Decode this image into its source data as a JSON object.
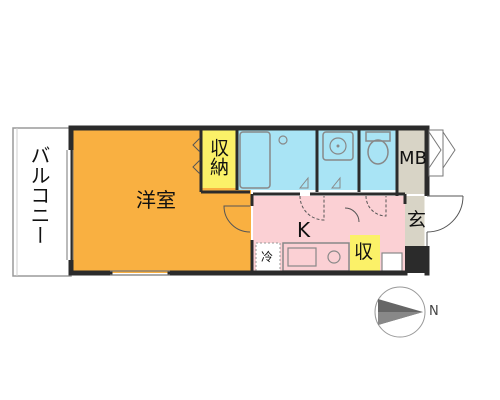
{
  "rooms": {
    "balcony": {
      "label": "バルコニー",
      "color": "#ffffff"
    },
    "western_room": {
      "label": "洋室",
      "color": "#f9b041"
    },
    "storage_main": {
      "label": "収納",
      "color": "#fbf168"
    },
    "bath": {
      "label": "",
      "color": "#a9e4f5"
    },
    "washroom": {
      "label": "",
      "color": "#a9e4f5"
    },
    "toilet": {
      "label": "",
      "color": "#a9e4f5"
    },
    "meter_box": {
      "label": "MB",
      "color": "#d8d4c6"
    },
    "kitchen": {
      "label": "K",
      "color": "#fbd0d4"
    },
    "fridge": {
      "label": "冷"
    },
    "storage_kitchen": {
      "label": "収",
      "color": "#fbf168"
    },
    "entrance": {
      "label": "玄",
      "color": "#d8d4c6"
    }
  },
  "compass": {
    "label": "N",
    "icon": "north-arrow-icon"
  },
  "colors": {
    "wall": "#2b2b2b",
    "fixture": "#888888"
  }
}
